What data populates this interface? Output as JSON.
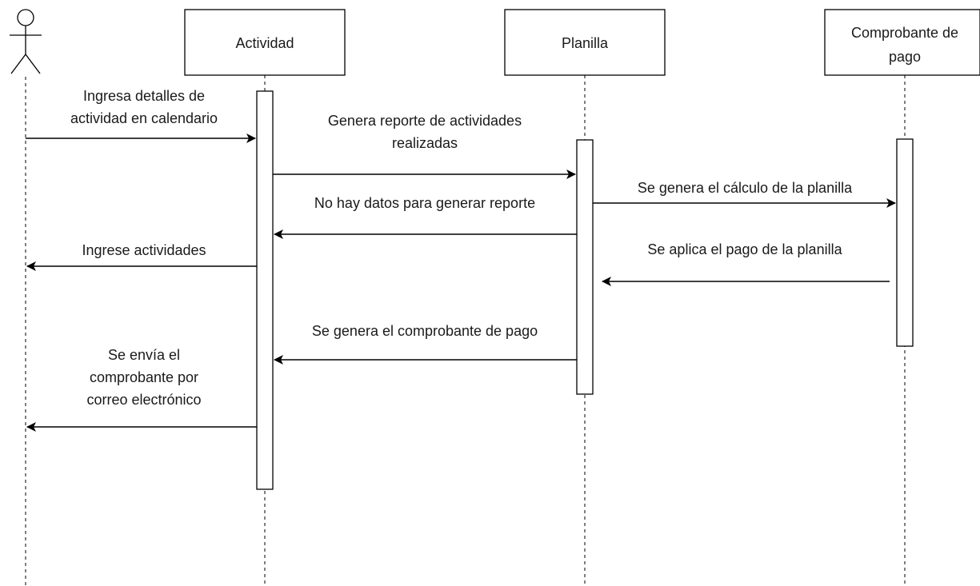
{
  "participants": {
    "actividad": "Actividad",
    "planilla": "Planilla",
    "comprobante_line1": "Comprobante de",
    "comprobante_line2": "pago"
  },
  "messages": {
    "m1_line1": "Ingresa detalles de",
    "m1_line2": "actividad en calendario",
    "m2_line1": "Genera reporte de actividades",
    "m2_line2": "realizadas",
    "m3": "Se genera el cálculo de la planilla",
    "m4": "No hay datos para generar reporte",
    "m5": "Ingrese actividades",
    "m6": "Se aplica el pago de la planilla",
    "m7": "Se genera el comprobante de pago",
    "m8_line1": "Se envía el",
    "m8_line2": "comprobante por",
    "m8_line3": "correo electrónico"
  }
}
